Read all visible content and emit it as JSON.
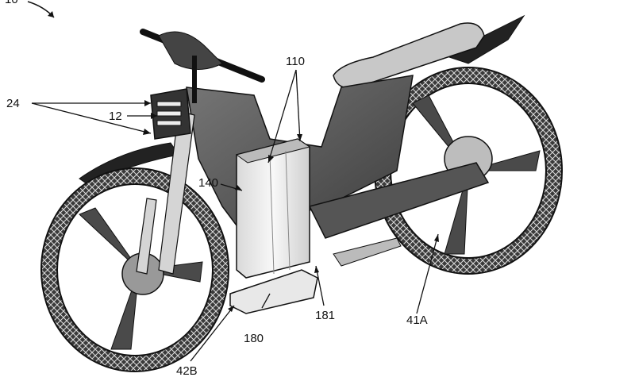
{
  "figure": {
    "ref_numerals": {
      "corner": "10",
      "handlebar_lights": "24",
      "front_light": "12",
      "battery_pack": "110",
      "connector": "140",
      "lower_housing": "180",
      "mount": "181",
      "swingarm": "41A",
      "front_fork": "42B"
    }
  },
  "colors": {
    "ink": "#111111",
    "frame": "#5a5a5a",
    "frame_dark": "#3d3d3d",
    "battery": "#ececec",
    "seat": "#c8c8c8",
    "tire": "#2a2a2a"
  }
}
